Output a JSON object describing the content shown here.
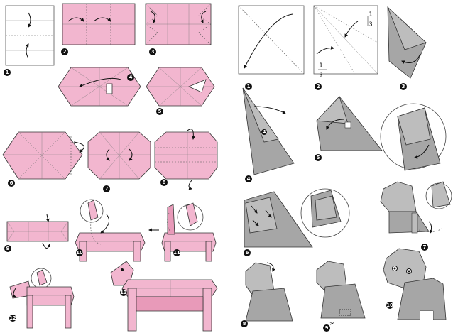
{
  "dog": {
    "steps": [
      {
        "label": "1"
      },
      {
        "label": "2"
      },
      {
        "label": "3"
      },
      {
        "label": "4"
      },
      {
        "label": "5"
      },
      {
        "label": "6"
      },
      {
        "label": "7"
      },
      {
        "label": "8"
      },
      {
        "label": "9"
      },
      {
        "label": "10"
      },
      {
        "label": "11"
      },
      {
        "label": "12"
      },
      {
        "label": "13"
      }
    ],
    "colors": {
      "paper": "#f2b6cf",
      "paper_dark": "#e89ab9"
    }
  },
  "elephant": {
    "steps": [
      {
        "label": "1"
      },
      {
        "label": "2"
      },
      {
        "label": "3"
      },
      {
        "label": "4"
      },
      {
        "label": "5"
      },
      {
        "label": "6"
      },
      {
        "label": "7"
      },
      {
        "label": "8"
      },
      {
        "label": "9"
      },
      {
        "label": "10"
      }
    ],
    "fraction_top": {
      "num": "1",
      "den": "3"
    },
    "fraction_left": {
      "num": "1",
      "den": "3"
    },
    "colors": {
      "paper": "#a6a6a6",
      "paper_light": "#bdbdbd"
    }
  },
  "icons": {
    "arrow": "curved-arrow-icon",
    "cut": "scissors-icon"
  }
}
